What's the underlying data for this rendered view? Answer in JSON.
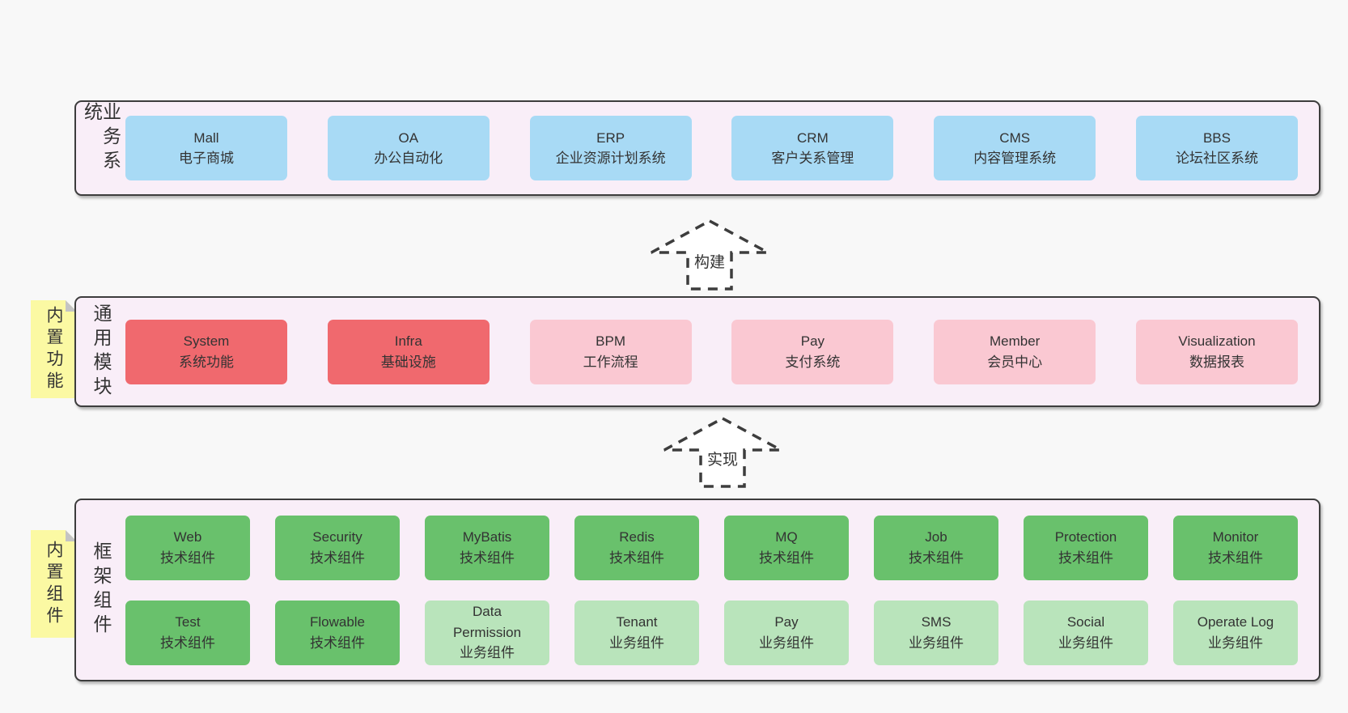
{
  "colors": {
    "page_bg": "#f8f8f8",
    "layer_bg": "#f9eef8",
    "layer_border": "#3d3d3d",
    "box_blue": "#a8daf5",
    "box_red": "#f0696e",
    "box_pink": "#fac8d2",
    "box_green": "#69c16c",
    "box_green_light": "#b9e4bb",
    "note_yellow": "#fbf9a3",
    "note_fold": "#c4c4c4",
    "text": "#333333"
  },
  "layers": {
    "business": {
      "label": "业务系统",
      "boxes": [
        {
          "title": "Mall",
          "subtitle": "电子商城"
        },
        {
          "title": "OA",
          "subtitle": "办公自动化"
        },
        {
          "title": "ERP",
          "subtitle": "企业资源计划系统"
        },
        {
          "title": "CRM",
          "subtitle": "客户关系管理"
        },
        {
          "title": "CMS",
          "subtitle": "内容管理系统"
        },
        {
          "title": "BBS",
          "subtitle": "论坛社区系统"
        }
      ]
    },
    "modules": {
      "label": "通用模块",
      "note": "内置功能",
      "boxes": [
        {
          "title": "System",
          "subtitle": "系统功能"
        },
        {
          "title": "Infra",
          "subtitle": "基础设施"
        },
        {
          "title": "BPM",
          "subtitle": "工作流程"
        },
        {
          "title": "Pay",
          "subtitle": "支付系统"
        },
        {
          "title": "Member",
          "subtitle": "会员中心"
        },
        {
          "title": "Visualization",
          "subtitle": "数据报表"
        }
      ]
    },
    "framework": {
      "label": "框架组件",
      "note": "内置组件",
      "row1": [
        {
          "title": "Web",
          "subtitle": "技术组件"
        },
        {
          "title": "Security",
          "subtitle": "技术组件"
        },
        {
          "title": "MyBatis",
          "subtitle": "技术组件"
        },
        {
          "title": "Redis",
          "subtitle": "技术组件"
        },
        {
          "title": "MQ",
          "subtitle": "技术组件"
        },
        {
          "title": "Job",
          "subtitle": "技术组件"
        },
        {
          "title": "Protection",
          "subtitle": "技术组件"
        },
        {
          "title": "Monitor",
          "subtitle": "技术组件"
        }
      ],
      "row2": [
        {
          "title": "Test",
          "subtitle": "技术组件"
        },
        {
          "title": "Flowable",
          "subtitle": "技术组件"
        },
        {
          "title": "Data Permission",
          "subtitle": "业务组件"
        },
        {
          "title": "Tenant",
          "subtitle": "业务组件"
        },
        {
          "title": "Pay",
          "subtitle": "业务组件"
        },
        {
          "title": "SMS",
          "subtitle": "业务组件"
        },
        {
          "title": "Social",
          "subtitle": "业务组件"
        },
        {
          "title": "Operate Log",
          "subtitle": "业务组件"
        }
      ]
    }
  },
  "arrows": {
    "build": {
      "label": "构建"
    },
    "implement": {
      "label": "实现"
    }
  }
}
